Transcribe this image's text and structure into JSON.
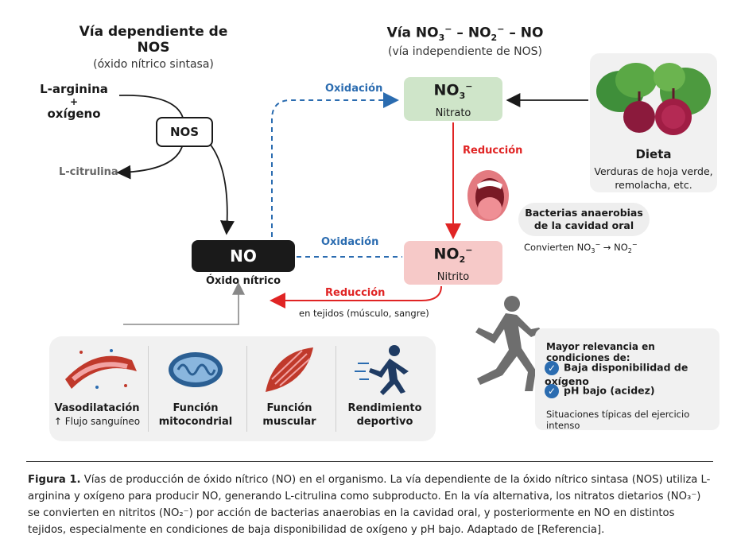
{
  "left_pathway": {
    "title": "Vía dependiente de NOS",
    "subtitle": "(óxido nítrico sintasa)",
    "input_line1": "L-arginina",
    "input_plus": "+",
    "input_line2": "oxígeno",
    "enzyme": "NOS",
    "byproduct": "L-citrulina"
  },
  "right_pathway": {
    "title_prefix": "Vía NO",
    "title_no3_sub": "3",
    "title_no3_sup": "−",
    "title_mid": " – NO",
    "title_no2_sub": "2",
    "title_no2_sup": "−",
    "title_suffix": " – NO",
    "subtitle": "(vía independiente de NOS)"
  },
  "no_box": {
    "label": "NO",
    "name": "Óxido nítrico"
  },
  "nitrate_box": {
    "formula": "NO",
    "sub": "3",
    "sup": "−",
    "name": "Nitrato"
  },
  "nitrite_box": {
    "formula": "NO",
    "sub": "2",
    "sup": "−",
    "name": "Nitrito"
  },
  "arrows": {
    "oxidation_top": "Oxidación",
    "oxidation_mid": "Oxidación",
    "reduction_vertical": "Reducción",
    "reduction_bottom": "Reducción",
    "reduction_bottom_note": "en tejidos (músculo, sangre)"
  },
  "diet": {
    "title": "Dieta",
    "text_line1": "Verduras de hoja verde,",
    "text_line2": "remolacha, etc."
  },
  "bacteria": {
    "line1": "Bacterias anaerobias",
    "line2": "de la cavidad oral",
    "convert_prefix": "Convierten NO",
    "convert_sub1": "3",
    "convert_sup1": "−",
    "convert_arrow": " → NO",
    "convert_sub2": "2",
    "convert_sup2": "−"
  },
  "conditions": {
    "title": "Mayor relevancia en condiciones de:",
    "items": [
      "Baja disponibilidad de oxígeno",
      "pH bajo (acidez)"
    ],
    "footer": "Situaciones típicas del ejercicio intenso"
  },
  "effects": [
    {
      "line1": "Vasodilatación",
      "line2": "↑ Flujo sanguíneo"
    },
    {
      "line1": "Función",
      "line2": "mitocondrial"
    },
    {
      "line1": "Función",
      "line2": "muscular"
    },
    {
      "line1": "Rendimiento",
      "line2": "deportivo"
    }
  ],
  "caption": {
    "label": "Figura 1.",
    "text": " Vías de producción de óxido nítrico (NO) en el organismo. La vía dependiente de la óxido nítrico sintasa (NOS) utiliza L-arginina y oxígeno para producir NO, generando L-citrulina como subproducto. En la vía alternativa, los nitratos dietarios (NO₃⁻) se convierten en nitritos (NO₂⁻) por acción de bacterias anaerobias en la cavidad oral, y posteriormente en NO en distintos tejidos, especialmente en condiciones de baja disponibilidad de oxígeno y pH bajo. Adaptado de [Referencia]."
  },
  "colors": {
    "oxidation": "#2b6cb0",
    "reduction": "#e02424",
    "nitrate_fill": "#cfe5c9",
    "nitrite_fill": "#f6c9c8",
    "no_fill": "#1a1a1a"
  },
  "icons": [
    "vessel-icon",
    "mitochondrion-icon",
    "muscle-icon",
    "runner-icon",
    "mouth-icon",
    "vegetables-icon",
    "runner-silhouette-icon",
    "check-icon"
  ]
}
